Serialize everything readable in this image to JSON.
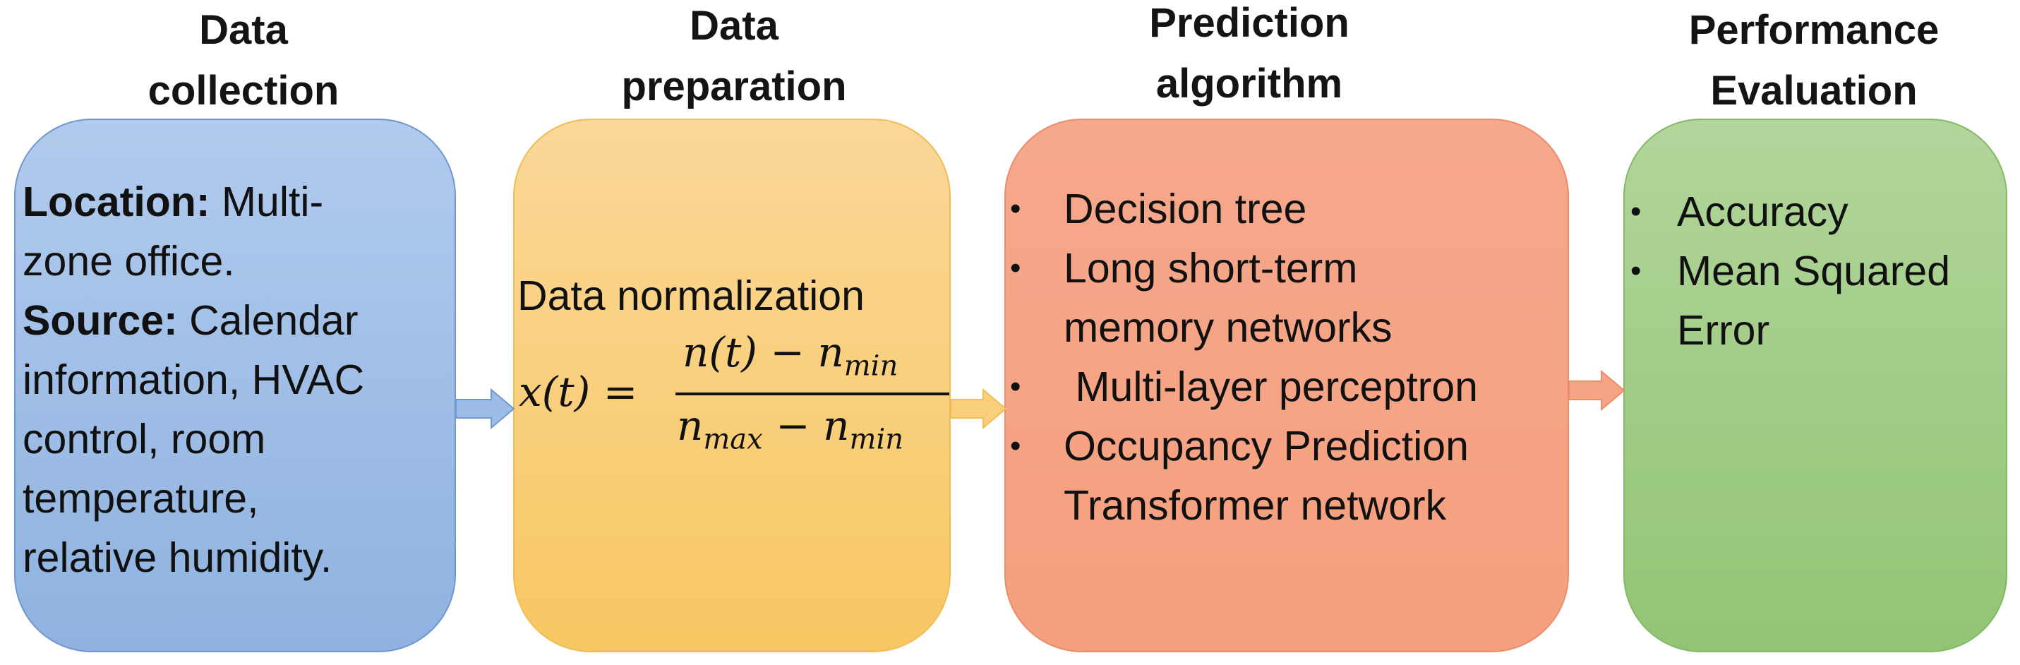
{
  "stages": {
    "collection": {
      "title_line1": "Data",
      "title_line2": "collection",
      "location_label": "Location:",
      "location_value_1": " Multi-",
      "location_value_2": "zone office.",
      "source_label": "Source:",
      "source_value_1": " Calendar",
      "source_value_2": "information, HVAC",
      "source_value_3": "control, room",
      "source_value_4": "temperature,",
      "source_value_5": "relative humidity."
    },
    "preparation": {
      "title_line1": "Data",
      "title_line2": "preparation",
      "method": "Data normalization",
      "formula": {
        "lhs": "x(t) =",
        "numerator": "n(t) − n",
        "numerator_sub": "min",
        "denominator": "n",
        "denominator_sub1": "max",
        "denominator_mid": " − n",
        "denominator_sub2": "min"
      }
    },
    "prediction": {
      "title_line1": "Prediction",
      "title_line2": "algorithm",
      "items": [
        {
          "line1": "Decision tree",
          "line2": ""
        },
        {
          "line1": "Long short-term",
          "line2": "memory networks"
        },
        {
          "line1": " Multi-layer perceptron",
          "line2": ""
        },
        {
          "line1": "Occupancy Prediction",
          "line2": "Transformer network"
        }
      ]
    },
    "evaluation": {
      "title_line1": "Performance",
      "title_line2": "Evaluation",
      "items": [
        {
          "line1": "Accuracy",
          "line2": ""
        },
        {
          "line1": "Mean Squared",
          "line2": "Error"
        }
      ]
    }
  },
  "colors": {
    "collection": "#9dbde6",
    "preparation": "#f9cf7c",
    "prediction": "#f5a485",
    "evaluation": "#a3cd88",
    "arrow_blue": "#8fb2e0",
    "arrow_yellow": "#f7c762",
    "arrow_salmon": "#f4a07e"
  }
}
